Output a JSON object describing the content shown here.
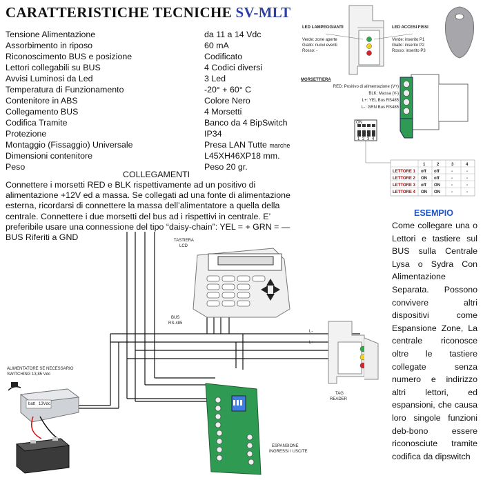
{
  "header": {
    "title_main": "CARATTERISTICHE TECNICHE",
    "title_model": "SV-MLT"
  },
  "specs": [
    {
      "label": "Tensione Alimentazione",
      "value": "da 11 a 14 Vdc"
    },
    {
      "label": "Assorbimento in riposo",
      "value": "60 mA"
    },
    {
      "label": "Riconoscimento BUS e posizione",
      "value": "Codificato"
    },
    {
      "label": "Lettori collegabili su BUS",
      "value": "4 Codici diversi"
    },
    {
      "label": "Avvisi Luminosi da Led",
      "value": "3 Led"
    },
    {
      "label": "Temperatura di Funzionamento",
      "value": "-20° + 60° C"
    },
    {
      "label": "Contenitore in ABS",
      "value": "Colore Nero"
    },
    {
      "label": "Collegamento BUS",
      "value": "4 Morsetti"
    },
    {
      "label": "Codifica Tramite",
      "value": "Banco da 4 BipSwitch"
    },
    {
      "label": "Protezione",
      "value": "IP34"
    },
    {
      "label": "Montaggio (Fissaggio) Universale",
      "value": "Presa LAN Tutte",
      "value_note": "marche"
    },
    {
      "label": "Dimensioni contenitore",
      "value": "L45XH46XP18 mm."
    },
    {
      "label": "Peso",
      "value": "Peso 20 gr."
    }
  ],
  "collegamenti": {
    "title": "COLLEGAMENTI",
    "text": "Connettere i morsetti RED e BLK rispettivamente ad un positivo di alimentazione +12V ed a massa. Se collegati ad una fonte di alimentazione esterna, ricordarsi di connettere la massa dell’alimentatore a quella della centrale. Connettere i due morsetti del bus ad i rispettivi in centrale. E’ preferibile usare una connessione del tipo “daisy-chain”: YEL = + GRN = — BUS Riferiti a GND"
  },
  "esempio": {
    "title": "ESEMPIO",
    "text": "Come collegare una o Lettori e tastiere sul BUS sulla Centrale Lysa o Sydra Con Alimentazione Separata. Possono convivere altri dispositivi come Espansione Zone, La centrale riconosce oltre le tastiere collegate senza numero e indirizzo altri lettori, ed espansioni, che causa loro singole funzioni deb-bono essere riconosciute tramite codifica da dipswitch"
  },
  "device_diagram": {
    "led_lampeggianti": {
      "title": "LED LAMPEGGIANTI",
      "lines": [
        "Verde: zone aperte",
        "Giallo: nuovi eventi",
        "Rosso: -"
      ]
    },
    "led_accesi": {
      "title": "LED ACCESI FISSI",
      "lines": [
        "Verde: inserito P1",
        "Giallo: inserito P2",
        "Rosso: inserito P3"
      ]
    },
    "morsettiera": {
      "title": "MORSETTIERA",
      "lines": [
        "RED: Positivo di alimentazione (V+)",
        "BLK: Massa (V-)",
        "L+: YEL Bus RS485",
        "L-: GRN Bus RS485"
      ]
    },
    "dip_numbers": [
      "1",
      "2",
      "3",
      "4"
    ],
    "dip_on_label": "ON"
  },
  "lettori_table": {
    "headers": [
      "",
      "1",
      "2",
      "3",
      "4"
    ],
    "rows": [
      [
        "LETTORE 1",
        "off",
        "off",
        "-",
        "-"
      ],
      [
        "LETTORE 2",
        "ON",
        "off",
        "-",
        "-"
      ],
      [
        "LETTORE 3",
        "off",
        "ON",
        "-",
        "-"
      ],
      [
        "LETTORE 4",
        "ON",
        "ON",
        "-",
        "-"
      ]
    ]
  },
  "wiring": {
    "tastiera_label": [
      "TASTIERA",
      "LCD"
    ],
    "bus_label": [
      "BUS",
      "RS-485"
    ],
    "l_minus": "L-",
    "l_plus": "L+",
    "tag_label": [
      "TAG",
      "READER"
    ],
    "alimentatore_label": [
      "ALIMENTATORE SE NECESSARIO",
      "SWITCHING 13,85 Vdc"
    ],
    "psu_terminal_labels": [
      "batt",
      "13Vdc"
    ],
    "espansione_label": [
      "ESPANSIONE",
      "INGRESSI / USCITE"
    ]
  },
  "colors": {
    "title_model": "#2a3fa8",
    "esempio_title": "#1f55c9",
    "lettore_label": "#aa0000",
    "board_green": "#2f9a52"
  }
}
